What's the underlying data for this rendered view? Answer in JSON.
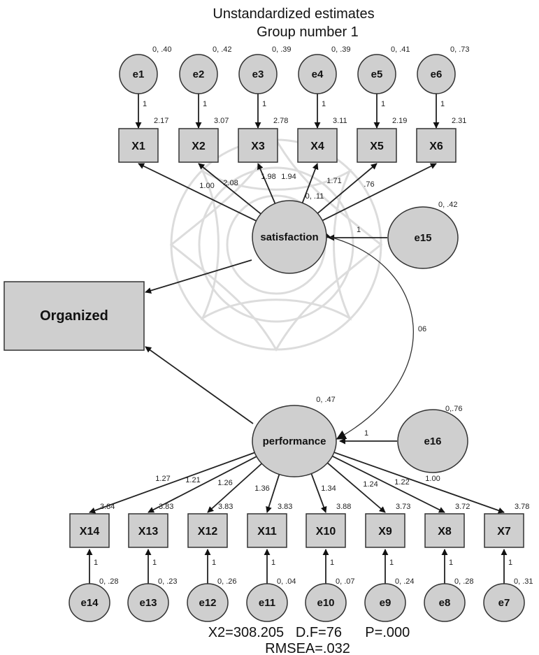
{
  "title": {
    "line1": "Unstandardized estimates",
    "line2": "Group number 1"
  },
  "fit": {
    "line1": "X2=308.205   D.F=76      P=.000",
    "line2": "RMSEA=.032"
  },
  "dependent": {
    "label": "Organized"
  },
  "latents": {
    "satisfaction": {
      "label": "satisfaction",
      "variance": "0, .11"
    },
    "performance": {
      "label": "performance",
      "variance": "0, .47"
    }
  },
  "covariance": "06",
  "disturbances": {
    "e15": {
      "label": "e15",
      "variance": "0, .42",
      "path": "1"
    },
    "e16": {
      "label": "e16",
      "variance": "0,.76",
      "path": "1"
    }
  },
  "top_indicators": [
    {
      "box": "X1",
      "error": "e1",
      "err_var": "0, .40",
      "err_path": "1",
      "intercept": "2.17",
      "loading": "1.00"
    },
    {
      "box": "X2",
      "error": "e2",
      "err_var": "0, .42",
      "err_path": "1",
      "intercept": "3.07",
      "loading": "2.08"
    },
    {
      "box": "X3",
      "error": "e3",
      "err_var": "0, .39",
      "err_path": "1",
      "intercept": "2.78",
      "loading": "1.98"
    },
    {
      "box": "X4",
      "error": "e4",
      "err_var": "0, .39",
      "err_path": "1",
      "intercept": "3.11",
      "loading": "1.94"
    },
    {
      "box": "X5",
      "error": "e5",
      "err_var": "0, .41",
      "err_path": "1",
      "intercept": "2.19",
      "loading": "1.71"
    },
    {
      "box": "X6",
      "error": "e6",
      "err_var": "0, .73",
      "err_path": "1",
      "intercept": "2.31",
      "loading": ".76"
    }
  ],
  "bottom_indicators": [
    {
      "box": "X14",
      "error": "e14",
      "err_var": "0, .28",
      "err_path": "1",
      "intercept": "3.84",
      "loading": "1.27"
    },
    {
      "box": "X13",
      "error": "e13",
      "err_var": "0, .23",
      "err_path": "1",
      "intercept": "3.83",
      "loading": "1.21"
    },
    {
      "box": "X12",
      "error": "e12",
      "err_var": "0, .26",
      "err_path": "1",
      "intercept": "3.83",
      "loading": "1.26"
    },
    {
      "box": "X11",
      "error": "e11",
      "err_var": "0, .04",
      "err_path": "1",
      "intercept": "3.83",
      "loading": "1.36"
    },
    {
      "box": "X10",
      "error": "e10",
      "err_var": "0, .07",
      "err_path": "1",
      "intercept": "3.88",
      "loading": "1.34"
    },
    {
      "box": "X9",
      "error": "e9",
      "err_var": "0, .24",
      "err_path": "1",
      "intercept": "3.73",
      "loading": "1.24"
    },
    {
      "box": "X8",
      "error": "e8",
      "err_var": "0, .28",
      "err_path": "1",
      "intercept": "3.72",
      "loading": "1.22"
    },
    {
      "box": "X7",
      "error": "e7",
      "err_var": "0, .31",
      "err_path": "1",
      "intercept": "3.78",
      "loading": "1.00"
    }
  ],
  "colors": {
    "node_fill": "#cfcfcf",
    "stroke": "#333333",
    "background": "#ffffff"
  }
}
